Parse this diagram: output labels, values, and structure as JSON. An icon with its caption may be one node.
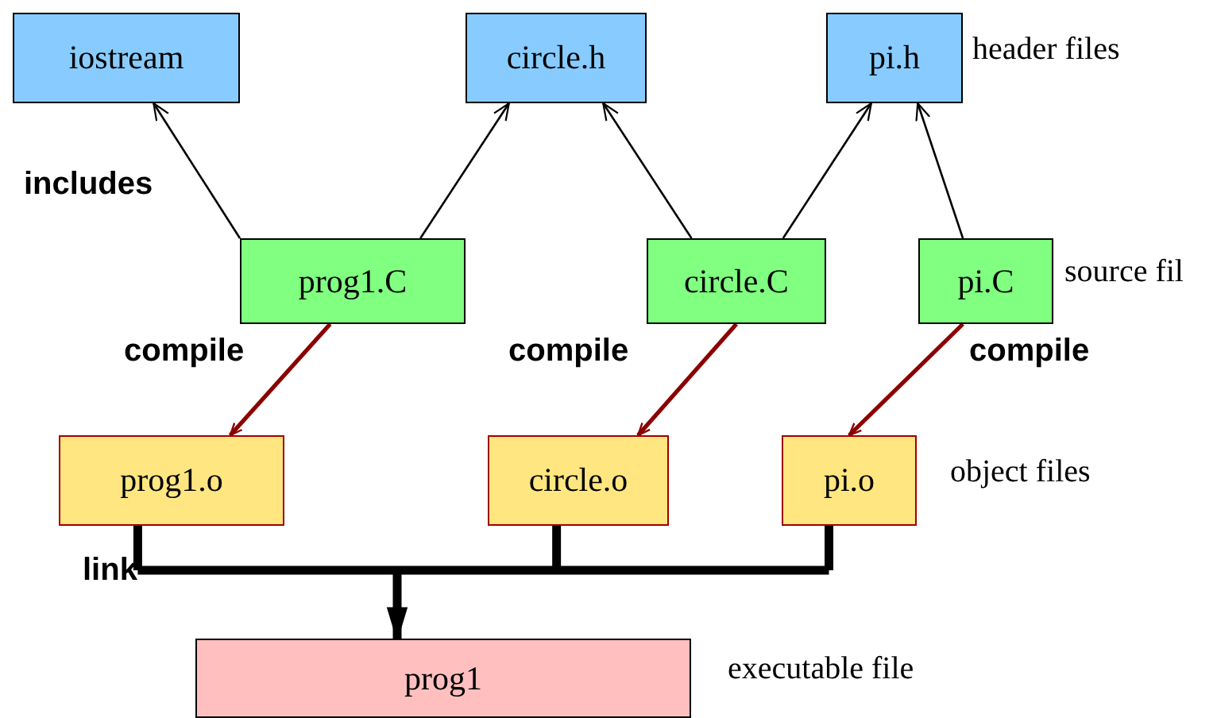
{
  "diagram": {
    "nodes": [
      {
        "text": [
          "iostream"
        ]
      },
      {
        "text": [
          "circle.h"
        ]
      },
      {
        "text": [
          "pi.h"
        ]
      },
      {
        "text": [
          "prog1.C"
        ]
      },
      {
        "text": [
          "circle.C"
        ]
      },
      {
        "text": [
          "pi.C"
        ]
      },
      {
        "text": [
          "prog1.o"
        ]
      },
      {
        "text": [
          "circle.o"
        ]
      },
      {
        "text": [
          "pi.o"
        ]
      },
      {
        "text": [
          "prog1"
        ]
      }
    ],
    "edges": [
      {
        "from": 3,
        "to": 0,
        "arrow": "to"
      },
      {
        "from": 3,
        "to": 1,
        "arrow": "to"
      },
      {
        "from": 4,
        "to": 1,
        "arrow": "to"
      },
      {
        "from": 4,
        "to": 2,
        "arrow": "to"
      },
      {
        "from": 5,
        "to": 2,
        "arrow": "to"
      },
      {
        "from": 3,
        "to": 6,
        "arrow": "to",
        "label": "compile",
        "color": "#8b0000"
      },
      {
        "from": 4,
        "to": 7,
        "arrow": "to",
        "label": "compile",
        "color": "#8b0000"
      },
      {
        "from": 5,
        "to": 8,
        "arrow": "to",
        "label": "compile",
        "color": "#8b0000"
      },
      {
        "from": 6,
        "to": 9,
        "arrow": "to",
        "style": "thick"
      },
      {
        "from": 7,
        "to": 9,
        "arrow": "to",
        "style": "thick"
      },
      {
        "from": 8,
        "to": 9,
        "arrow": "to",
        "style": "thick"
      }
    ],
    "labels": [
      "header files",
      "includes",
      "source fil",
      "object files",
      "link",
      "executable file"
    ]
  }
}
